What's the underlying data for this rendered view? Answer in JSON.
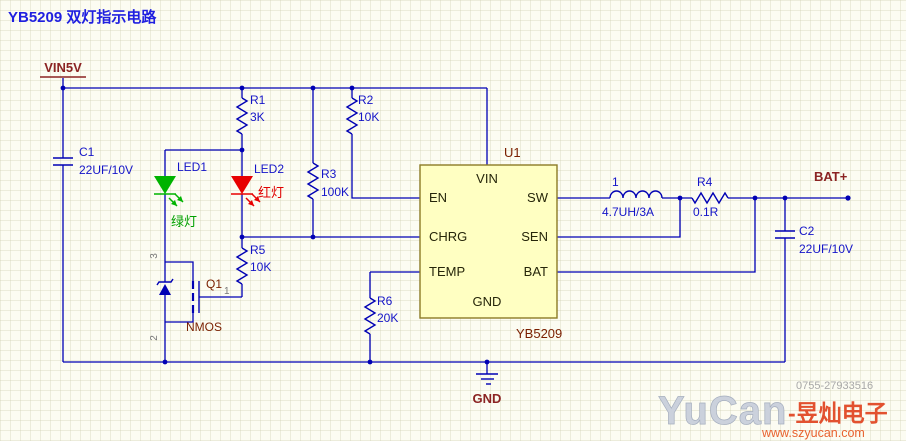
{
  "title": "YB5209 双灯指示电路",
  "nets": {
    "vin": "VIN5V",
    "bat": "BAT+",
    "gnd": "GND"
  },
  "components": {
    "c1": {
      "ref": "C1",
      "value": "22UF/10V"
    },
    "c2": {
      "ref": "C2",
      "value": "22UF/10V"
    },
    "r1": {
      "ref": "R1",
      "value": "3K"
    },
    "r2": {
      "ref": "R2",
      "value": "10K"
    },
    "r3": {
      "ref": "R3",
      "value": "100K"
    },
    "r4": {
      "ref": "R4",
      "value": "0.1R"
    },
    "r5": {
      "ref": "R5",
      "value": "10K"
    },
    "r6": {
      "ref": "R6",
      "value": "20K"
    },
    "l1": {
      "ref": "1",
      "value": "4.7UH/3A"
    },
    "led1": {
      "ref": "LED1",
      "label": "绿灯"
    },
    "led2": {
      "ref": "LED2",
      "label": "红灯"
    },
    "q1": {
      "ref": "Q1",
      "type": "NMOS",
      "pins": {
        "gate": "1",
        "drain": "3",
        "source": "2"
      }
    },
    "u1": {
      "ref": "U1",
      "part": "YB5209",
      "pins": {
        "vin": "VIN",
        "en": "EN",
        "chrg": "CHRG",
        "temp": "TEMP",
        "gnd": "GND",
        "sw": "SW",
        "sen": "SEN",
        "bat": "BAT"
      }
    }
  },
  "watermark": {
    "phone": "0755-27933516",
    "brand_en": "YuCan",
    "brand_cn": "-昱灿电子",
    "url": "www.szyucan.com"
  },
  "colors": {
    "wire": "#0000B4",
    "net_label": "#8B2323",
    "title": "#1F1FE0",
    "chip_fill": "#FFFFC2",
    "chip_border": "#8C7B26",
    "led_green": "#00B300",
    "led_red": "#E80000",
    "value_text": "#1414C8",
    "chip_ref_text": "#7A1F00"
  }
}
